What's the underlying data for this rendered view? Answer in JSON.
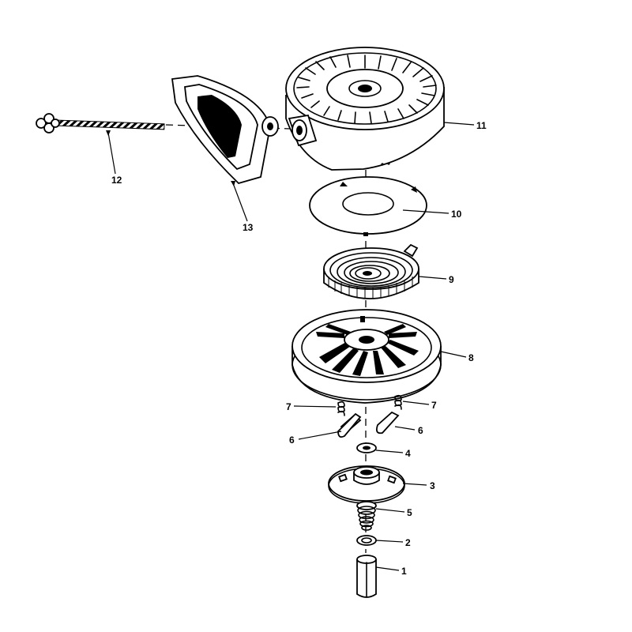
{
  "labels": {
    "p1": "1",
    "p2": "2",
    "p3": "3",
    "p4": "4",
    "p5": "5",
    "p6a": "6",
    "p6b": "6",
    "p7a": "7",
    "p7b": "7",
    "p8": "8",
    "p9": "9",
    "p10": "10",
    "p11": "11",
    "p12": "12",
    "p13": "13"
  }
}
